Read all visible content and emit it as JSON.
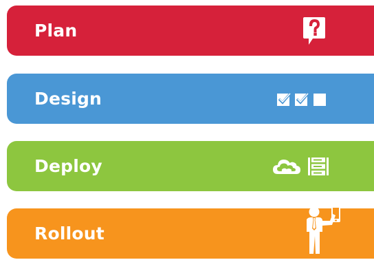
{
  "colors": {
    "plan": "#d6213a",
    "design": "#4a97d5",
    "deploy": "#8dc63f",
    "rollout": "#f7941d"
  },
  "icons": {
    "plan": [
      "question-speech-bubble-icon"
    ],
    "design": [
      "checked-box-icon",
      "checked-box-icon",
      "empty-box-icon"
    ],
    "deploy": [
      "cloud-icon",
      "server-rack-icon"
    ],
    "rollout": [
      "person-with-phone-icon"
    ]
  },
  "stages": {
    "plan": "Plan",
    "design": "Design",
    "deploy": "Deploy",
    "rollout": "Rollout"
  }
}
